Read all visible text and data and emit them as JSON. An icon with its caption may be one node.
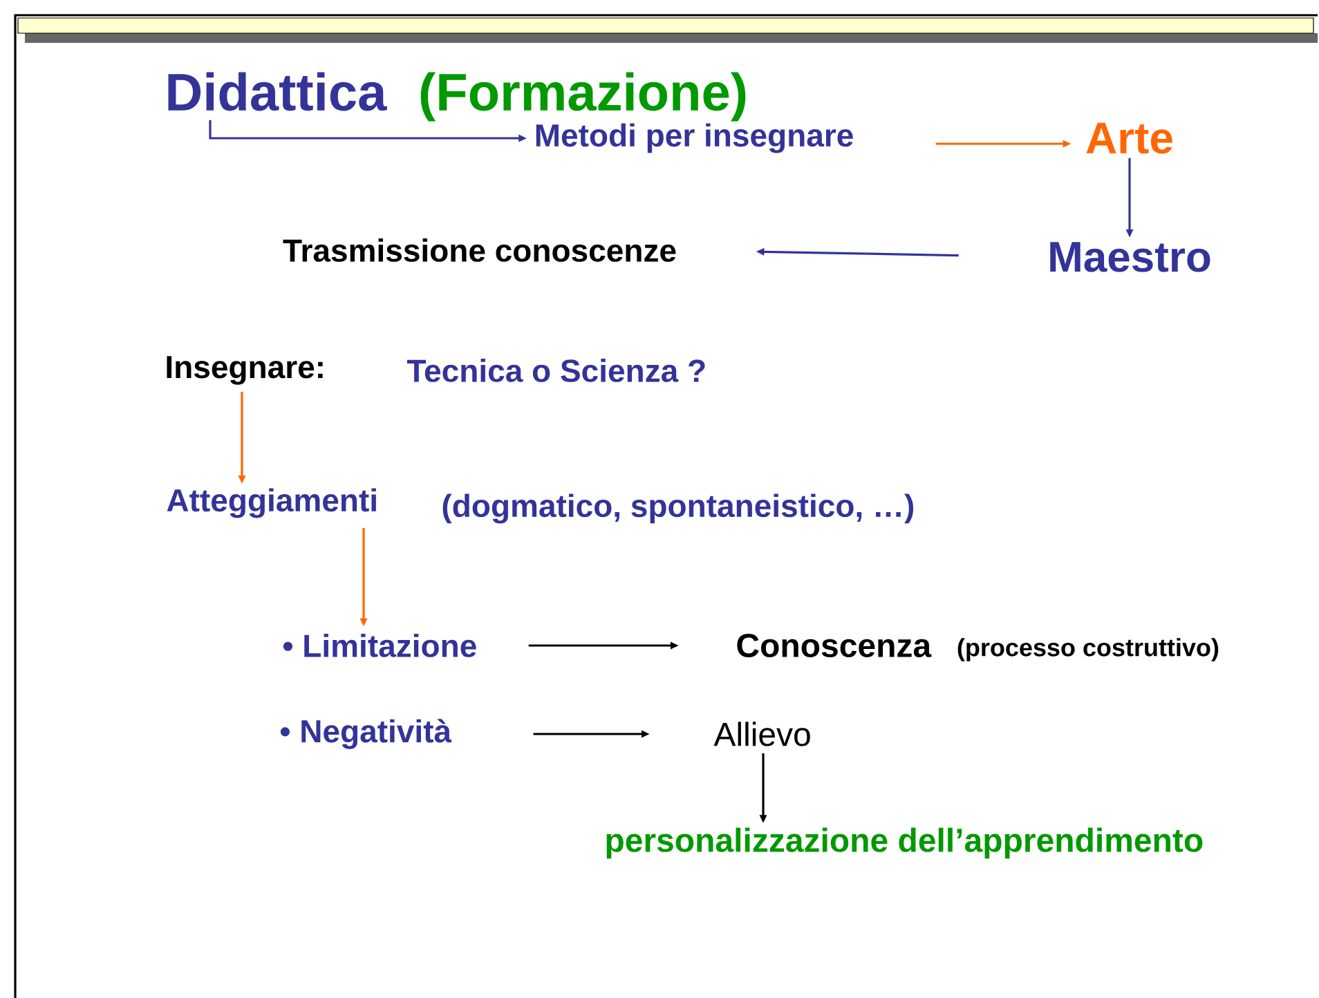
{
  "diagram": {
    "nodes": [
      {
        "text": [
          "Didattica",
          "(Formazione)"
        ]
      },
      {
        "text": [
          "Metodi per insegnare"
        ]
      },
      {
        "text": [
          "Arte"
        ]
      },
      {
        "text": [
          "Maestro"
        ]
      },
      {
        "text": [
          "Trasmissione conoscenze"
        ]
      },
      {
        "text": [
          "Insegnare:"
        ]
      },
      {
        "text": [
          "Atteggiamenti"
        ]
      },
      {
        "text": [
          "• Limitazione"
        ]
      },
      {
        "text": [
          "Conoscenza"
        ],
        "beside": [
          "(processo costruttivo)"
        ]
      },
      {
        "text": [
          "• Negatività"
        ]
      },
      {
        "text": [
          "Allievo"
        ]
      },
      {
        "text": [
          "personalizzazione dell’apprendimento"
        ]
      }
    ],
    "edges": [
      {
        "from": 0,
        "to": 1,
        "arrow": "to",
        "color": "#333399"
      },
      {
        "from": 1,
        "to": 2,
        "arrow": "to",
        "color": "#ff6600"
      },
      {
        "from": 2,
        "to": 3,
        "arrow": "to",
        "color": "#333399"
      },
      {
        "from": 3,
        "to": 4,
        "arrow": "to",
        "color": "#333399"
      },
      {
        "from": 5,
        "to": 6,
        "arrow": "to",
        "color": "#ff6600"
      },
      {
        "from": 6,
        "to": 7,
        "arrow": "to",
        "color": "#ff6600"
      },
      {
        "from": 7,
        "to": 8,
        "arrow": "to",
        "color": "#000000"
      },
      {
        "from": 9,
        "to": 10,
        "arrow": "to",
        "color": "#000000"
      },
      {
        "from": 10,
        "to": 11,
        "arrow": "to",
        "color": "#000000"
      }
    ],
    "labels": [
      "Tecnica o Scienza ?",
      "(dogmatico, spontaneistico, …)"
    ]
  }
}
